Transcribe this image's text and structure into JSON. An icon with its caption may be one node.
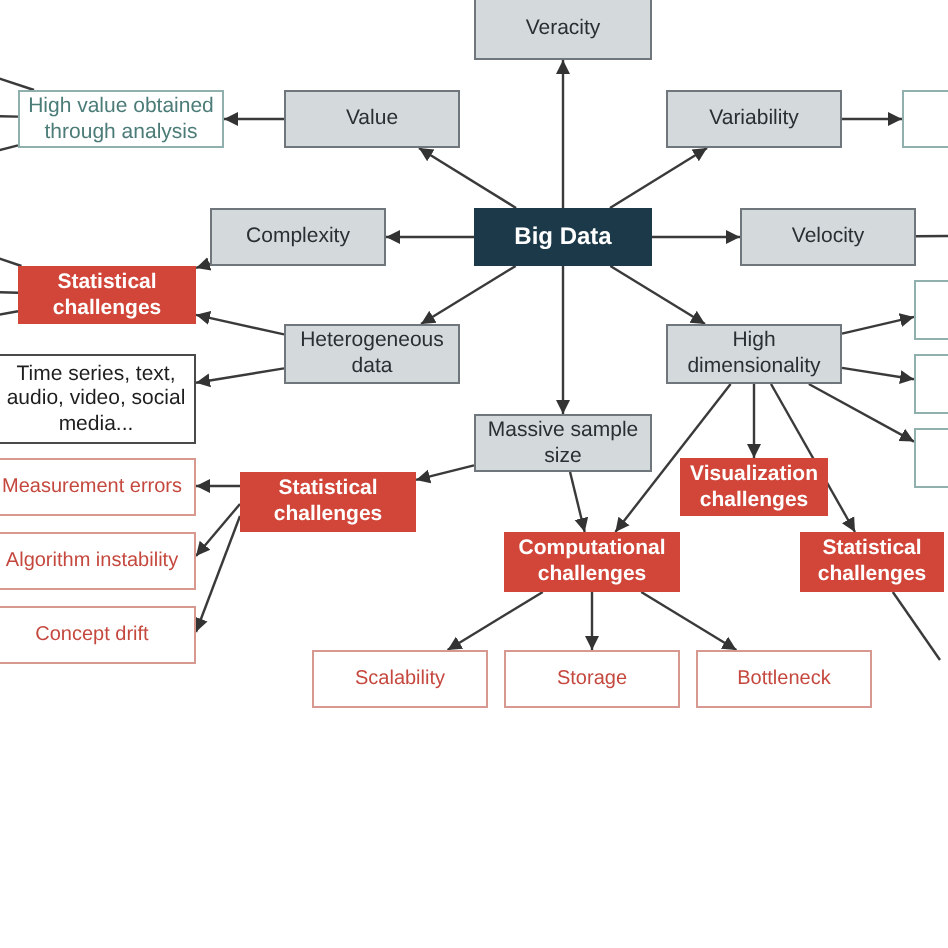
{
  "diagram": {
    "nodes": [
      {
        "text": [
          "Veracity"
        ]
      },
      {
        "text": [
          "High value obtained through analysis"
        ]
      },
      {
        "text": [
          "Value"
        ]
      },
      {
        "text": [
          "Variability"
        ]
      },
      {
        "text": [],
        "shape": "box"
      },
      {
        "text": [
          "Complexity"
        ]
      },
      {
        "text": [
          "Big Data"
        ]
      },
      {
        "text": [
          "Velocity"
        ]
      },
      {
        "text": [
          "Statistical challenges"
        ]
      },
      {
        "text": [
          "Heterogeneous data"
        ]
      },
      {
        "text": [
          "High dimensionality"
        ]
      },
      {
        "text": [],
        "shape": "box"
      },
      {
        "text": [
          "Time series, text, audio, video, social media..."
        ]
      },
      {
        "text": [],
        "shape": "box"
      },
      {
        "text": [
          "Massive sample size"
        ]
      },
      {
        "text": [],
        "shape": "box"
      },
      {
        "text": [
          "Measurement errors"
        ]
      },
      {
        "text": [
          "Statistical challenges"
        ]
      },
      {
        "text": [
          "Visualization challenges"
        ]
      },
      {
        "text": [
          "Algorithm instability"
        ]
      },
      {
        "text": [
          "Computational challenges"
        ]
      },
      {
        "text": [
          "Statistical challenges"
        ]
      },
      {
        "text": [
          "Concept drift"
        ]
      },
      {
        "text": [
          "Scalability"
        ]
      },
      {
        "text": [
          "Storage"
        ]
      },
      {
        "text": [
          "Bottleneck"
        ]
      }
    ],
    "edges": [
      {
        "from": 6,
        "to": 0,
        "arrow": "to"
      },
      {
        "from": 6,
        "to": 2,
        "arrow": "to"
      },
      {
        "from": 6,
        "to": 3,
        "arrow": "to"
      },
      {
        "from": 6,
        "to": 5,
        "arrow": "to"
      },
      {
        "from": 6,
        "to": 7,
        "arrow": "to"
      },
      {
        "from": 6,
        "to": 9,
        "arrow": "to"
      },
      {
        "from": 6,
        "to": 10,
        "arrow": "to"
      },
      {
        "from": 6,
        "to": 14,
        "arrow": "to"
      },
      {
        "from": 2,
        "to": 1,
        "arrow": "to"
      },
      {
        "from": 3,
        "to": 4,
        "arrow": "to"
      },
      {
        "from": 5,
        "to": 8,
        "arrow": "to"
      },
      {
        "from": 9,
        "to": 8,
        "arrow": "to"
      },
      {
        "from": 9,
        "to": 12,
        "arrow": "to"
      },
      {
        "from": 14,
        "to": 17,
        "arrow": "to"
      },
      {
        "from": 14,
        "to": 20,
        "arrow": "to"
      },
      {
        "from": 17,
        "to": 16,
        "arrow": "to"
      },
      {
        "from": 17,
        "to": 19,
        "arrow": "to"
      },
      {
        "from": 17,
        "to": 22,
        "arrow": "to"
      },
      {
        "from": 10,
        "to": 11,
        "arrow": "to"
      },
      {
        "from": 10,
        "to": 13,
        "arrow": "to"
      },
      {
        "from": 10,
        "to": 15,
        "arrow": "to"
      },
      {
        "from": 10,
        "to": 20,
        "arrow": "to"
      },
      {
        "from": 10,
        "to": 18,
        "arrow": "to"
      },
      {
        "from": 10,
        "to": 21,
        "arrow": "to"
      },
      {
        "from": 20,
        "to": 23,
        "arrow": "to"
      },
      {
        "from": 20,
        "to": 24,
        "arrow": "to"
      },
      {
        "from": 20,
        "to": 25,
        "arrow": "to"
      },
      {
        "from": 7,
        "to": null,
        "arrow": "none"
      },
      {
        "from": 1,
        "to": null,
        "arrow": "none"
      },
      {
        "from": 1,
        "to": null,
        "arrow": "none"
      },
      {
        "from": 1,
        "to": null,
        "arrow": "none"
      },
      {
        "from": 8,
        "to": null,
        "arrow": "none"
      },
      {
        "from": 8,
        "to": null,
        "arrow": "none"
      },
      {
        "from": 8,
        "to": null,
        "arrow": "none"
      },
      {
        "from": 21,
        "to": null,
        "arrow": "none"
      }
    ]
  }
}
